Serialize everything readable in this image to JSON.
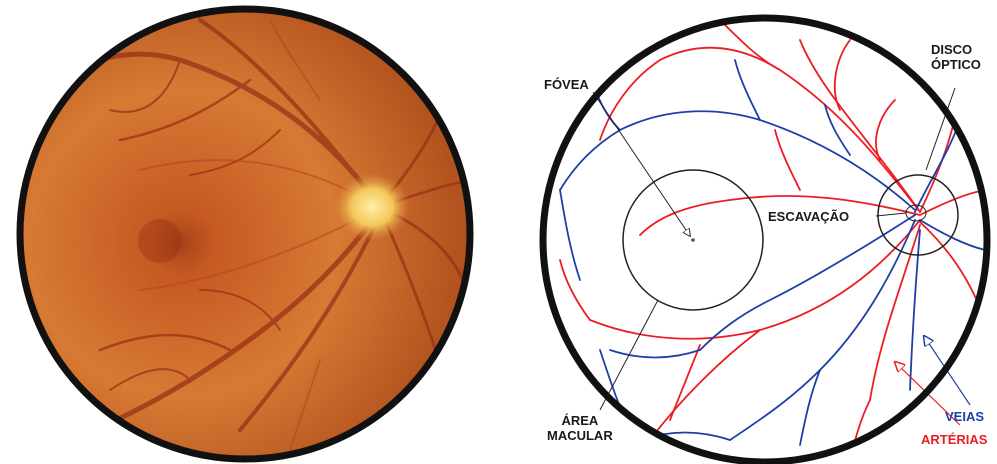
{
  "labels": {
    "fovea": "FÓVEA",
    "disco_line1": "DISCO",
    "disco_line2": "ÓPTICO",
    "escavacao": "ESCAVAÇÃO",
    "area_line1": "ÁREA",
    "area_line2": "MACULAR",
    "veias": "VEIAS",
    "arterias": "ARTÉRIAS"
  },
  "colors": {
    "fundus_base": "#d06a2a",
    "fundus_dark": "#8a2e10",
    "optic_disc": "#f4cf5a",
    "artery": "#ee1c24",
    "vein": "#1e3fa8",
    "outline": "#111111"
  }
}
